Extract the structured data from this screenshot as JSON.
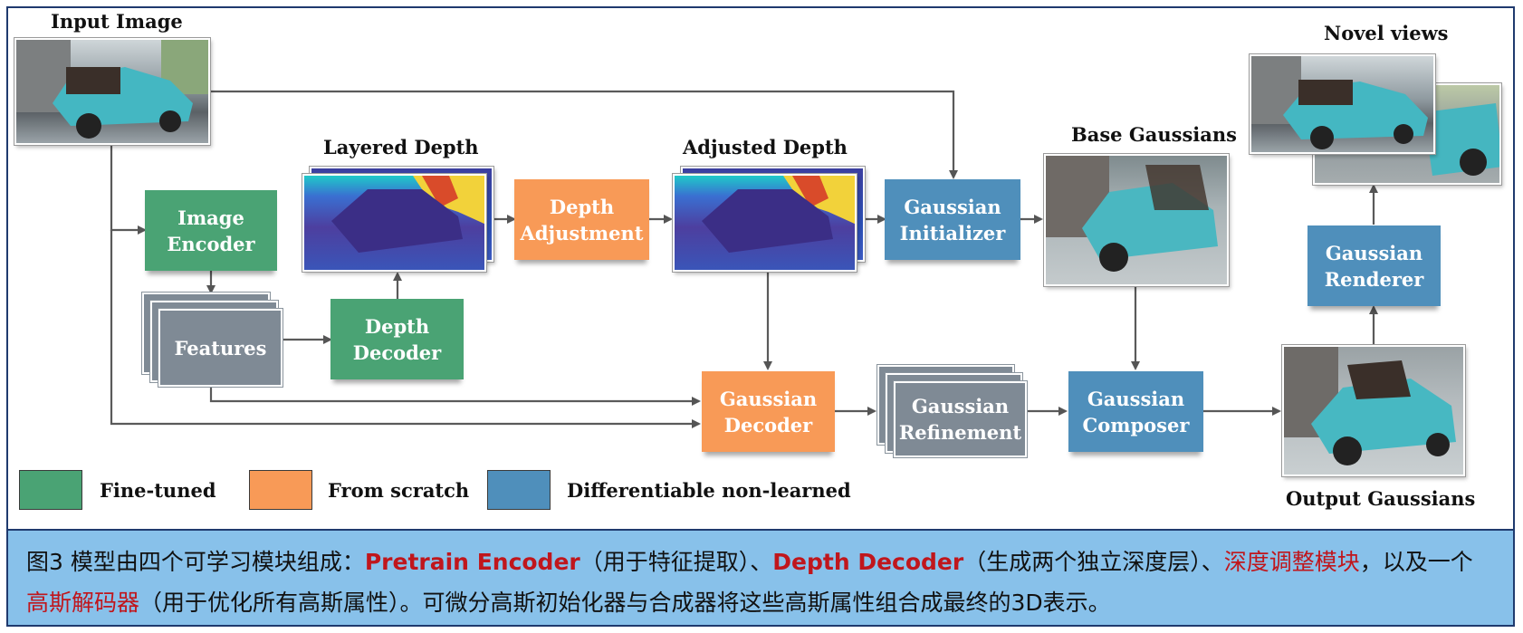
{
  "labels": {
    "input_image": "Input Image",
    "layered_depth": "Layered Depth",
    "adjusted_depth": "Adjusted Depth",
    "base_gaussians": "Base Gaussians",
    "novel_views": "Novel views",
    "output_gaussians": "Output Gaussians"
  },
  "modules": {
    "image_encoder": [
      "Image",
      "Encoder"
    ],
    "features": "Features",
    "depth_decoder": [
      "Depth",
      "Decoder"
    ],
    "depth_adjustment": [
      "Depth",
      "Adjustment"
    ],
    "gaussian_initializer": [
      "Gaussian",
      "Initializer"
    ],
    "gaussian_decoder": [
      "Gaussian",
      "Decoder"
    ],
    "gaussian_refinement": [
      "Gaussian",
      "Refinement"
    ],
    "gaussian_composer": [
      "Gaussian",
      "Composer"
    ],
    "gaussian_renderer": [
      "Gaussian",
      "Renderer"
    ]
  },
  "legend": [
    {
      "label": "Fine-tuned",
      "color": "#4aa374"
    },
    {
      "label": "From scratch",
      "color": "#f89a57"
    },
    {
      "label": "Differentiable non-learned",
      "color": "#4f8fbb"
    }
  ],
  "caption": {
    "p1": "图3 模型由四个可学习模块组成：",
    "h1": "Pretrain Encoder",
    "p2": "（用于特征提取）、",
    "h2": "Depth Decoder",
    "p3": "（生成两个独立深度层）、",
    "h3": "深度调整模块",
    "p4": "，以及一个",
    "h4": "高斯解码器",
    "p5": "（用于优化所有高斯属性）。可微分高斯初始化器与合成器将这些高斯属性组合成最终的3D表示。"
  },
  "colors": {
    "fine_tuned": "#4aa374",
    "from_scratch": "#f89a57",
    "non_learned": "#4f8fbb",
    "intermediate": "#7f8a95",
    "caption_bg": "#88c1ea",
    "highlight": "#c0161c"
  }
}
